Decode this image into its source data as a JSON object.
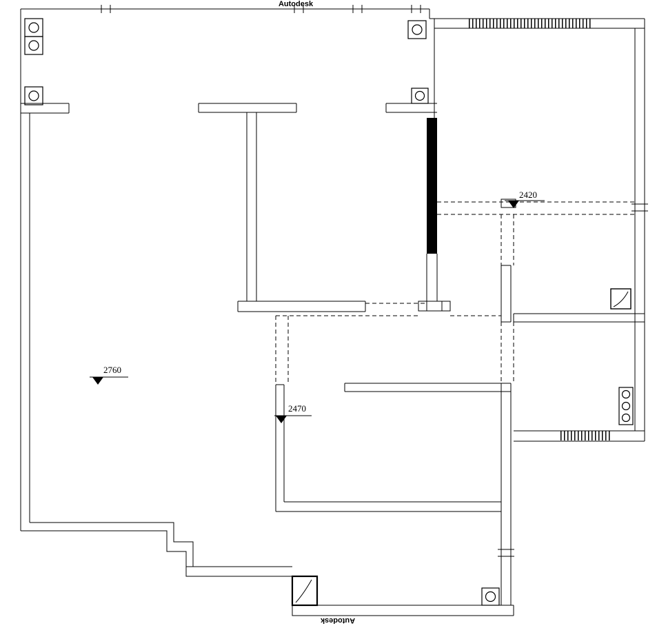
{
  "watermarks": {
    "top": "Autodesk",
    "bottom": "Autodesk"
  },
  "elevations": [
    {
      "value": "2420"
    },
    {
      "value": "2760"
    },
    {
      "value": "2470"
    }
  ],
  "colors": {
    "line": "#000000",
    "background": "#ffffff",
    "column_fill": "#000000"
  },
  "icons": {
    "pipe_shaft": "circle-in-square",
    "radiator": "three-circles-in-rect",
    "door_panel": "square-with-arc",
    "elevation_marker": "filled-down-triangle-with-underline",
    "window": "hatched-band",
    "beam": "dashed-line"
  }
}
